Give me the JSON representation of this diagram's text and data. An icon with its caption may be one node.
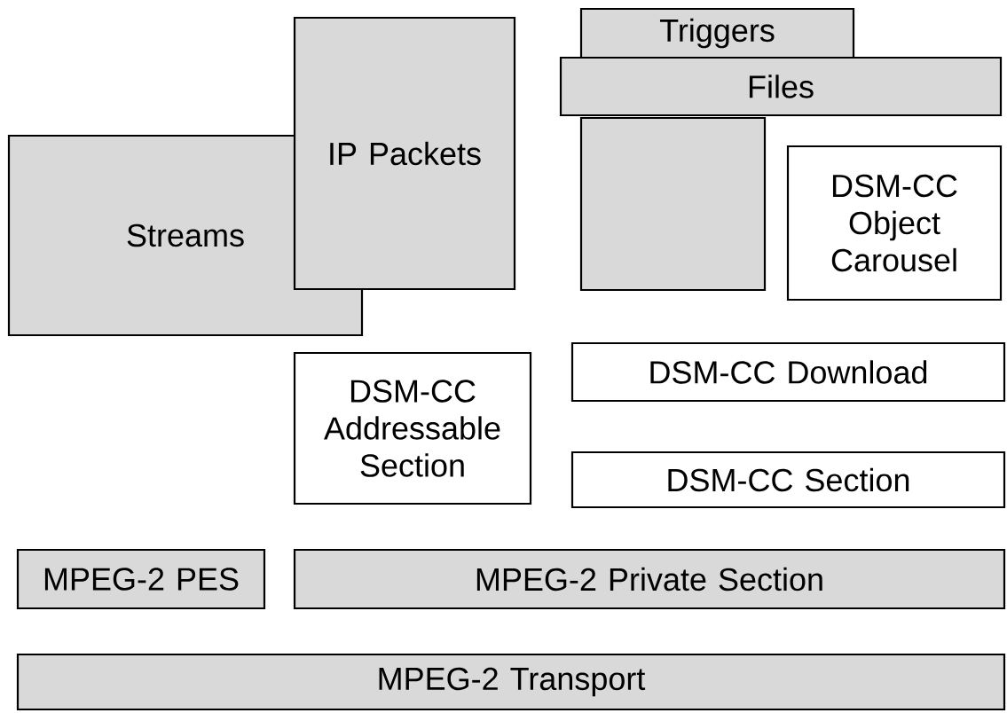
{
  "diagram": {
    "nodes": [
      {
        "text": [
          "Triggers"
        ]
      },
      {
        "text": [
          "Files"
        ]
      },
      {
        "text": [
          "IP Packets"
        ]
      },
      {
        "text": [
          "Streams"
        ]
      },
      {
        "text": [],
        "shape": "box"
      },
      {
        "text": [
          "DSM-CC Object Carousel"
        ]
      },
      {
        "text": [
          "DSM-CC Download"
        ]
      },
      {
        "text": [
          "DSM-CC Addressable Section"
        ]
      },
      {
        "text": [
          "DSM-CC Section"
        ]
      },
      {
        "text": [
          "MPEG-2 PES"
        ]
      },
      {
        "text": [
          "MPEG-2 Private Section"
        ]
      },
      {
        "text": [
          "MPEG-2 Transport"
        ]
      }
    ]
  }
}
